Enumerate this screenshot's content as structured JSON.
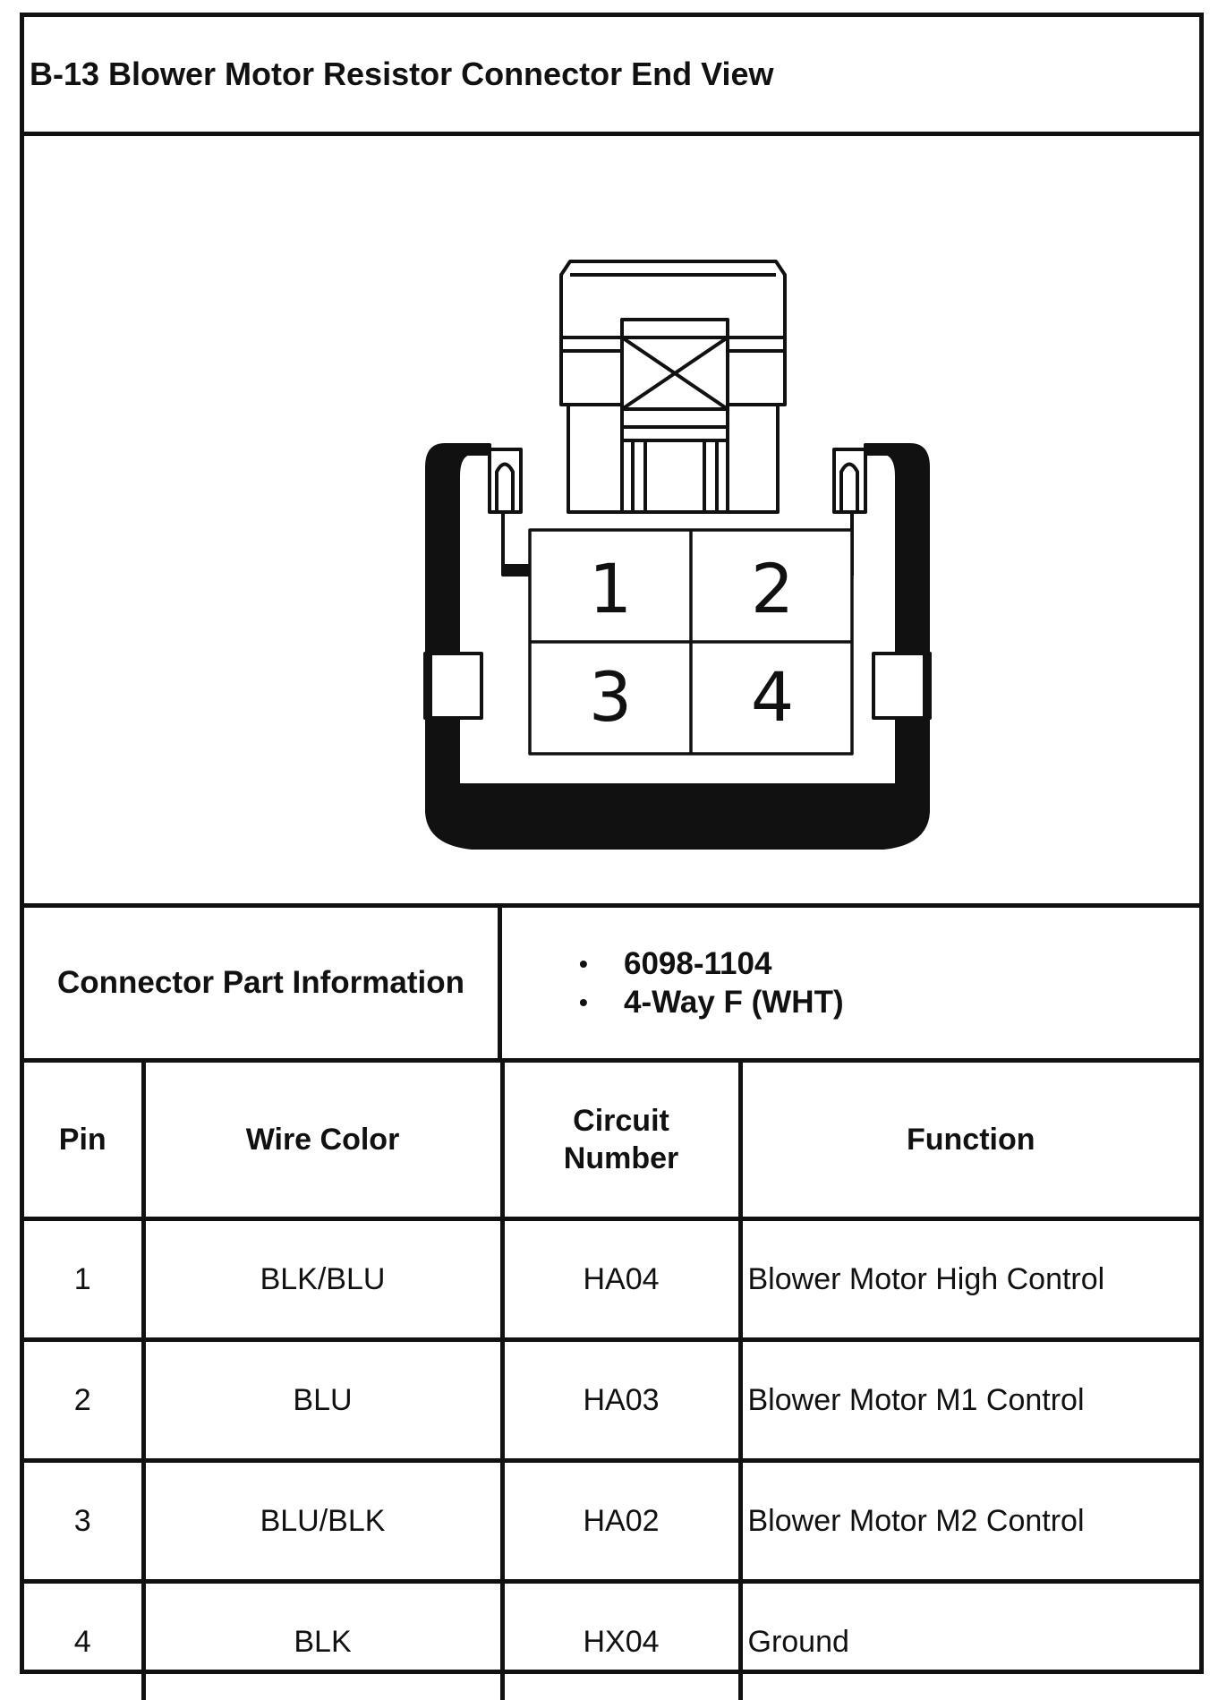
{
  "title": "B-13 Blower Motor Resistor Connector End View",
  "connector": {
    "cavity_labels": [
      "1",
      "2",
      "3",
      "4"
    ]
  },
  "part_info": {
    "label": "Connector Part Information",
    "items": [
      "6098-1104",
      "4-Way F (WHT)"
    ]
  },
  "table": {
    "headers": {
      "pin": "Pin",
      "wire_color": "Wire Color",
      "circuit_line1": "Circuit",
      "circuit_line2": "Number",
      "function": "Function"
    },
    "rows": [
      {
        "pin": "1",
        "wire_color": "BLK/BLU",
        "circuit": "HA04",
        "function": "Blower Motor High Control"
      },
      {
        "pin": "2",
        "wire_color": "BLU",
        "circuit": "HA03",
        "function": "Blower Motor M1 Control"
      },
      {
        "pin": "3",
        "wire_color": "BLU/BLK",
        "circuit": "HA02",
        "function": "Blower Motor M2 Control"
      },
      {
        "pin": "4",
        "wire_color": "BLK",
        "circuit": "HX04",
        "function": "Ground"
      }
    ]
  }
}
